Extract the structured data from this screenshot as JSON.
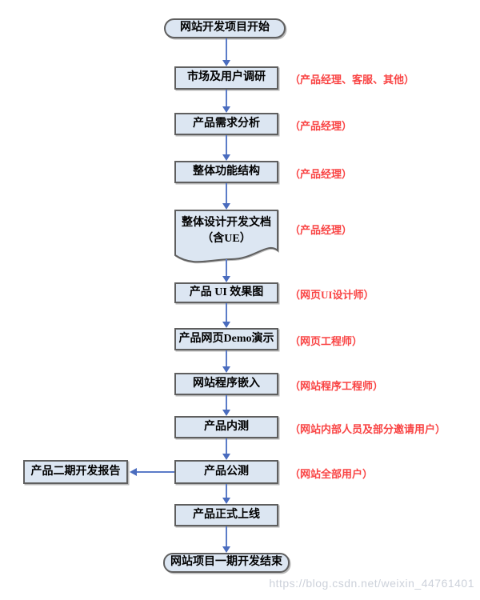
{
  "flow": {
    "start": {
      "label": "网站开发项目开始"
    },
    "end": {
      "label": "网站项目一期开发结束"
    },
    "steps": [
      {
        "label": "市场及用户调研",
        "annotation": "（产品经理、客服、其他）"
      },
      {
        "label": "产品需求分析",
        "annotation": "（产品经理）"
      },
      {
        "label": "整体功能结构",
        "annotation": "（产品经理）"
      },
      {
        "label": "整体设计开发文档",
        "label2": "（含UE）",
        "annotation": "（产品经理）"
      },
      {
        "label": "产品 UI 效果图",
        "annotation": "（网页UI设计师）"
      },
      {
        "label": "产品网页Demo演示",
        "annotation": "（网页工程师）"
      },
      {
        "label": "网站程序嵌入",
        "annotation": "（网站程序工程师）"
      },
      {
        "label": "产品内测",
        "annotation": "（网站内部人员及部分邀请用户）"
      },
      {
        "label": "产品公测",
        "annotation": "（网站全部用户）"
      },
      {
        "label": "产品正式上线"
      }
    ],
    "side_branch": {
      "label": "产品二期开发报告"
    }
  },
  "watermark": "https://blog.csdn.net/weixin_44761401",
  "colors": {
    "box_fill": "#dce6f2",
    "box_border": "#5f5f5f",
    "arrow": "#5b7cc8",
    "annotation_red": "#f94444",
    "watermark_gray": "#ccd1da"
  }
}
